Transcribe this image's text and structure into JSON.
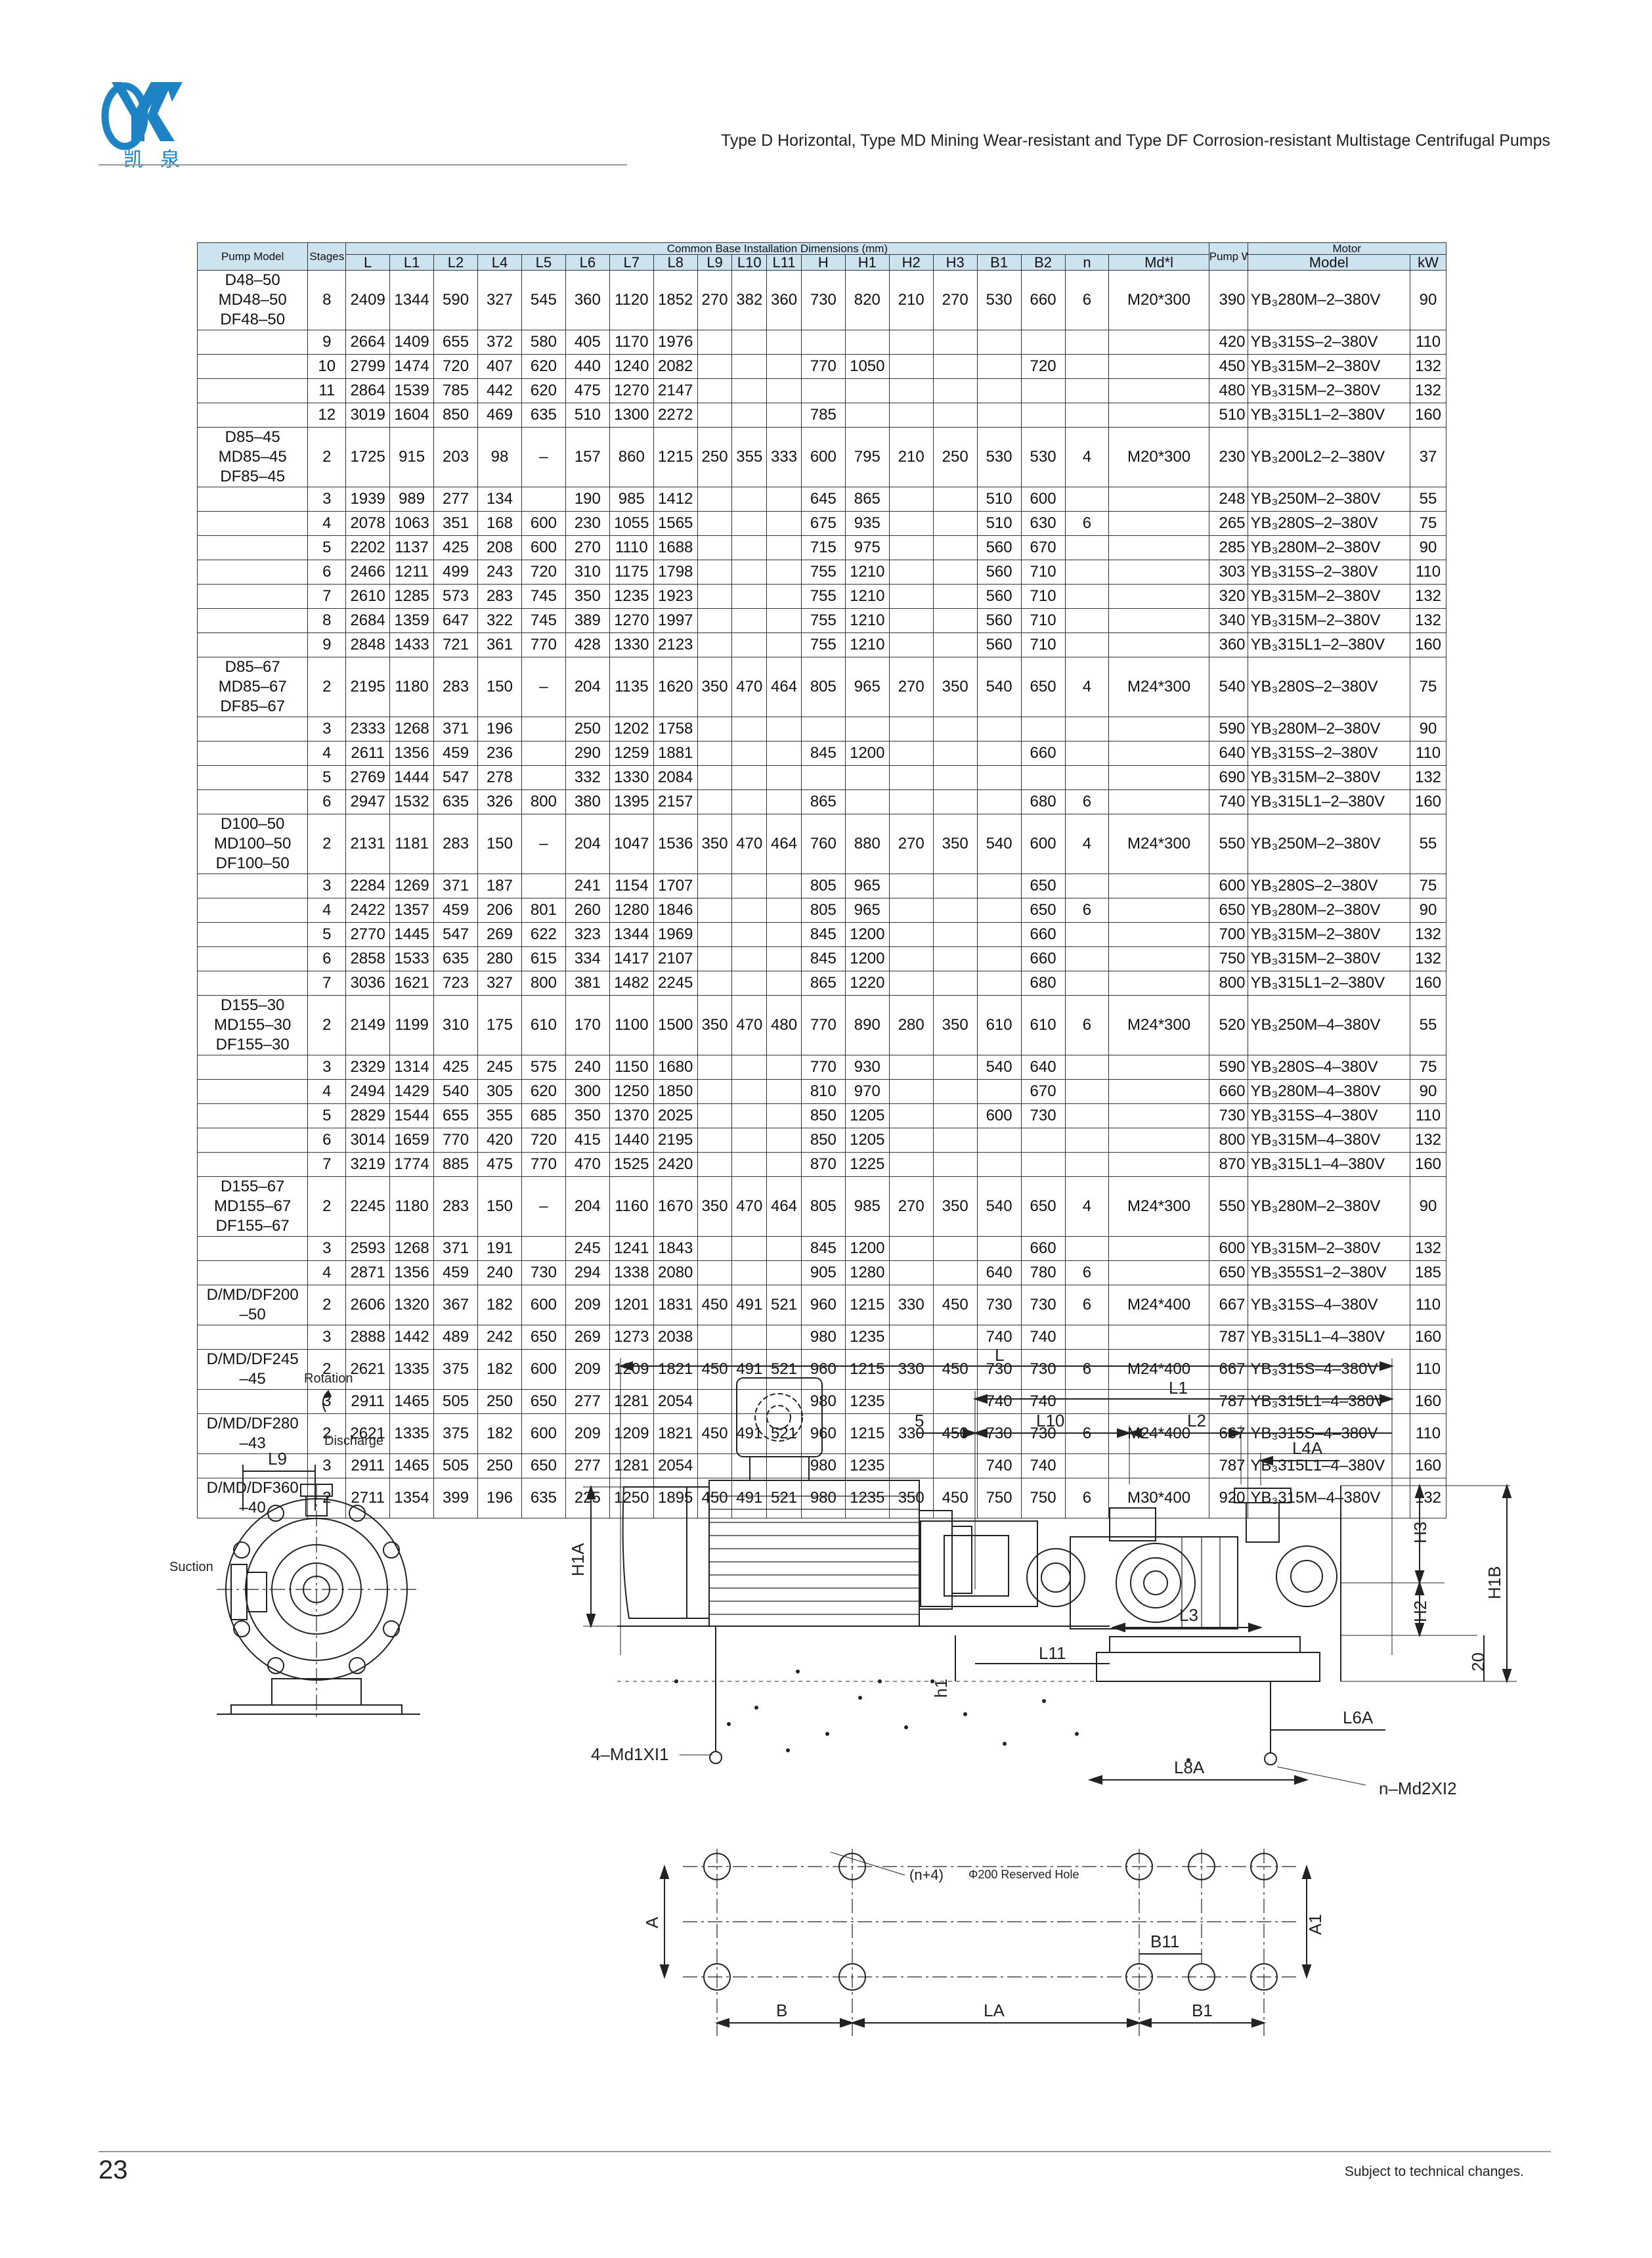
{
  "header": {
    "logo_text": "凯泉",
    "title": "Type D Horizontal, Type MD Mining Wear-resistant and Type DF Corrosion-resistant Multistage Centrifugal Pumps"
  },
  "table": {
    "group_header": "Common Base Installation Dimensions (mm)",
    "motor_header": "Motor",
    "pump_model_header": "Pump Model",
    "stages_header": "Stages",
    "dim_headers": [
      "L",
      "L1",
      "L2",
      "L4",
      "L5",
      "L6",
      "L7",
      "L8",
      "L9",
      "L10",
      "L11",
      "H",
      "H1",
      "H2",
      "H3",
      "B1",
      "B2",
      "n",
      "Md*l"
    ],
    "pump_wt_header": "Pump Wt.",
    "motor_model_header": "Model",
    "kw_header": "kW",
    "rows": [
      [
        "D48–50\nMD48–50\nDF48–50",
        "8",
        "2409",
        "1344",
        "590",
        "327",
        "545",
        "360",
        "1120",
        "1852",
        "270",
        "382",
        "360",
        "730",
        "820",
        "210",
        "270",
        "530",
        "660",
        "6",
        "M20*300",
        "390",
        "YB₃280M–2–380V",
        "90"
      ],
      [
        "",
        "9",
        "2664",
        "1409",
        "655",
        "372",
        "580",
        "405",
        "1170",
        "1976",
        "",
        "",
        "",
        "",
        "",
        "",
        "",
        "",
        "",
        "",
        "",
        "420",
        "YB₃315S–2–380V",
        "110"
      ],
      [
        "",
        "10",
        "2799",
        "1474",
        "720",
        "407",
        "620",
        "440",
        "1240",
        "2082",
        "",
        "",
        "",
        "770",
        "1050",
        "",
        "",
        "",
        "720",
        "",
        "",
        "450",
        "YB₃315M–2–380V",
        "132"
      ],
      [
        "",
        "11",
        "2864",
        "1539",
        "785",
        "442",
        "620",
        "475",
        "1270",
        "2147",
        "",
        "",
        "",
        "",
        "",
        "",
        "",
        "",
        "",
        "",
        "",
        "480",
        "YB₃315M–2–380V",
        "132"
      ],
      [
        "",
        "12",
        "3019",
        "1604",
        "850",
        "469",
        "635",
        "510",
        "1300",
        "2272",
        "",
        "",
        "",
        "785",
        "",
        "",
        "",
        "",
        "",
        "",
        "",
        "510",
        "YB₃315L1–2–380V",
        "160"
      ],
      [
        "D85–45\nMD85–45\nDF85–45",
        "2",
        "1725",
        "915",
        "203",
        "98",
        "–",
        "157",
        "860",
        "1215",
        "250",
        "355",
        "333",
        "600",
        "795",
        "210",
        "250",
        "530",
        "530",
        "4",
        "M20*300",
        "230",
        "YB₃200L2–2–380V",
        "37"
      ],
      [
        "",
        "3",
        "1939",
        "989",
        "277",
        "134",
        "",
        "190",
        "985",
        "1412",
        "",
        "",
        "",
        "645",
        "865",
        "",
        "",
        "510",
        "600",
        "",
        "",
        "248",
        "YB₃250M–2–380V",
        "55"
      ],
      [
        "",
        "4",
        "2078",
        "1063",
        "351",
        "168",
        "600",
        "230",
        "1055",
        "1565",
        "",
        "",
        "",
        "675",
        "935",
        "",
        "",
        "510",
        "630",
        "6",
        "",
        "265",
        "YB₃280S–2–380V",
        "75"
      ],
      [
        "",
        "5",
        "2202",
        "1137",
        "425",
        "208",
        "600",
        "270",
        "1110",
        "1688",
        "",
        "",
        "",
        "715",
        "975",
        "",
        "",
        "560",
        "670",
        "",
        "",
        "285",
        "YB₃280M–2–380V",
        "90"
      ],
      [
        "",
        "6",
        "2466",
        "1211",
        "499",
        "243",
        "720",
        "310",
        "1175",
        "1798",
        "",
        "",
        "",
        "755",
        "1210",
        "",
        "",
        "560",
        "710",
        "",
        "",
        "303",
        "YB₃315S–2–380V",
        "110"
      ],
      [
        "",
        "7",
        "2610",
        "1285",
        "573",
        "283",
        "745",
        "350",
        "1235",
        "1923",
        "",
        "",
        "",
        "755",
        "1210",
        "",
        "",
        "560",
        "710",
        "",
        "",
        "320",
        "YB₃315M–2–380V",
        "132"
      ],
      [
        "",
        "8",
        "2684",
        "1359",
        "647",
        "322",
        "745",
        "389",
        "1270",
        "1997",
        "",
        "",
        "",
        "755",
        "1210",
        "",
        "",
        "560",
        "710",
        "",
        "",
        "340",
        "YB₃315M–2–380V",
        "132"
      ],
      [
        "",
        "9",
        "2848",
        "1433",
        "721",
        "361",
        "770",
        "428",
        "1330",
        "2123",
        "",
        "",
        "",
        "755",
        "1210",
        "",
        "",
        "560",
        "710",
        "",
        "",
        "360",
        "YB₃315L1–2–380V",
        "160"
      ],
      [
        "D85–67\nMD85–67\nDF85–67",
        "2",
        "2195",
        "1180",
        "283",
        "150",
        "–",
        "204",
        "1135",
        "1620",
        "350",
        "470",
        "464",
        "805",
        "965",
        "270",
        "350",
        "540",
        "650",
        "4",
        "M24*300",
        "540",
        "YB₃280S–2–380V",
        "75"
      ],
      [
        "",
        "3",
        "2333",
        "1268",
        "371",
        "196",
        "",
        "250",
        "1202",
        "1758",
        "",
        "",
        "",
        "",
        "",
        "",
        "",
        "",
        "",
        "",
        "",
        "590",
        "YB₃280M–2–380V",
        "90"
      ],
      [
        "",
        "4",
        "2611",
        "1356",
        "459",
        "236",
        "",
        "290",
        "1259",
        "1881",
        "",
        "",
        "",
        "845",
        "1200",
        "",
        "",
        "",
        "660",
        "",
        "",
        "640",
        "YB₃315S–2–380V",
        "110"
      ],
      [
        "",
        "5",
        "2769",
        "1444",
        "547",
        "278",
        "",
        "332",
        "1330",
        "2084",
        "",
        "",
        "",
        "",
        "",
        "",
        "",
        "",
        "",
        "",
        "",
        "690",
        "YB₃315M–2–380V",
        "132"
      ],
      [
        "",
        "6",
        "2947",
        "1532",
        "635",
        "326",
        "800",
        "380",
        "1395",
        "2157",
        "",
        "",
        "",
        "865",
        "",
        "",
        "",
        "",
        "680",
        "6",
        "",
        "740",
        "YB₃315L1–2–380V",
        "160"
      ],
      [
        "D100–50\nMD100–50\nDF100–50",
        "2",
        "2131",
        "1181",
        "283",
        "150",
        "–",
        "204",
        "1047",
        "1536",
        "350",
        "470",
        "464",
        "760",
        "880",
        "270",
        "350",
        "540",
        "600",
        "4",
        "M24*300",
        "550",
        "YB₃250M–2–380V",
        "55"
      ],
      [
        "",
        "3",
        "2284",
        "1269",
        "371",
        "187",
        "",
        "241",
        "1154",
        "1707",
        "",
        "",
        "",
        "805",
        "965",
        "",
        "",
        "",
        "650",
        "",
        "",
        "600",
        "YB₃280S–2–380V",
        "75"
      ],
      [
        "",
        "4",
        "2422",
        "1357",
        "459",
        "206",
        "801",
        "260",
        "1280",
        "1846",
        "",
        "",
        "",
        "805",
        "965",
        "",
        "",
        "",
        "650",
        "6",
        "",
        "650",
        "YB₃280M–2–380V",
        "90"
      ],
      [
        "",
        "5",
        "2770",
        "1445",
        "547",
        "269",
        "622",
        "323",
        "1344",
        "1969",
        "",
        "",
        "",
        "845",
        "1200",
        "",
        "",
        "",
        "660",
        "",
        "",
        "700",
        "YB₃315M–2–380V",
        "132"
      ],
      [
        "",
        "6",
        "2858",
        "1533",
        "635",
        "280",
        "615",
        "334",
        "1417",
        "2107",
        "",
        "",
        "",
        "845",
        "1200",
        "",
        "",
        "",
        "660",
        "",
        "",
        "750",
        "YB₃315M–2–380V",
        "132"
      ],
      [
        "",
        "7",
        "3036",
        "1621",
        "723",
        "327",
        "800",
        "381",
        "1482",
        "2245",
        "",
        "",
        "",
        "865",
        "1220",
        "",
        "",
        "",
        "680",
        "",
        "",
        "800",
        "YB₃315L1–2–380V",
        "160"
      ],
      [
        "D155–30\nMD155–30\nDF155–30",
        "2",
        "2149",
        "1199",
        "310",
        "175",
        "610",
        "170",
        "1100",
        "1500",
        "350",
        "470",
        "480",
        "770",
        "890",
        "280",
        "350",
        "610",
        "610",
        "6",
        "M24*300",
        "520",
        "YB₃250M–4–380V",
        "55"
      ],
      [
        "",
        "3",
        "2329",
        "1314",
        "425",
        "245",
        "575",
        "240",
        "1150",
        "1680",
        "",
        "",
        "",
        "770",
        "930",
        "",
        "",
        "540",
        "640",
        "",
        "",
        "590",
        "YB₃280S–4–380V",
        "75"
      ],
      [
        "",
        "4",
        "2494",
        "1429",
        "540",
        "305",
        "620",
        "300",
        "1250",
        "1850",
        "",
        "",
        "",
        "810",
        "970",
        "",
        "",
        "",
        "670",
        "",
        "",
        "660",
        "YB₃280M–4–380V",
        "90"
      ],
      [
        "",
        "5",
        "2829",
        "1544",
        "655",
        "355",
        "685",
        "350",
        "1370",
        "2025",
        "",
        "",
        "",
        "850",
        "1205",
        "",
        "",
        "600",
        "730",
        "",
        "",
        "730",
        "YB₃315S–4–380V",
        "110"
      ],
      [
        "",
        "6",
        "3014",
        "1659",
        "770",
        "420",
        "720",
        "415",
        "1440",
        "2195",
        "",
        "",
        "",
        "850",
        "1205",
        "",
        "",
        "",
        "",
        "",
        "",
        "800",
        "YB₃315M–4–380V",
        "132"
      ],
      [
        "",
        "7",
        "3219",
        "1774",
        "885",
        "475",
        "770",
        "470",
        "1525",
        "2420",
        "",
        "",
        "",
        "870",
        "1225",
        "",
        "",
        "",
        "",
        "",
        "",
        "870",
        "YB₃315L1–4–380V",
        "160"
      ],
      [
        "D155–67\nMD155–67\nDF155–67",
        "2",
        "2245",
        "1180",
        "283",
        "150",
        "–",
        "204",
        "1160",
        "1670",
        "350",
        "470",
        "464",
        "805",
        "985",
        "270",
        "350",
        "540",
        "650",
        "4",
        "M24*300",
        "550",
        "YB₃280M–2–380V",
        "90"
      ],
      [
        "",
        "3",
        "2593",
        "1268",
        "371",
        "191",
        "",
        "245",
        "1241",
        "1843",
        "",
        "",
        "",
        "845",
        "1200",
        "",
        "",
        "",
        "660",
        "",
        "",
        "600",
        "YB₃315M–2–380V",
        "132"
      ],
      [
        "",
        "4",
        "2871",
        "1356",
        "459",
        "240",
        "730",
        "294",
        "1338",
        "2080",
        "",
        "",
        "",
        "905",
        "1280",
        "",
        "",
        "640",
        "780",
        "6",
        "",
        "650",
        "YB₃355S1–2–380V",
        "185"
      ],
      [
        "D/MD/DF200\n–50",
        "2",
        "2606",
        "1320",
        "367",
        "182",
        "600",
        "209",
        "1201",
        "1831",
        "450",
        "491",
        "521",
        "960",
        "1215",
        "330",
        "450",
        "730",
        "730",
        "6",
        "M24*400",
        "667",
        "YB₃315S–4–380V",
        "110"
      ],
      [
        "",
        "3",
        "2888",
        "1442",
        "489",
        "242",
        "650",
        "269",
        "1273",
        "2038",
        "",
        "",
        "",
        "980",
        "1235",
        "",
        "",
        "740",
        "740",
        "",
        "",
        "787",
        "YB₃315L1–4–380V",
        "160"
      ],
      [
        "D/MD/DF245\n–45",
        "2",
        "2621",
        "1335",
        "375",
        "182",
        "600",
        "209",
        "1209",
        "1821",
        "450",
        "491",
        "521",
        "960",
        "1215",
        "330",
        "450",
        "730",
        "730",
        "6",
        "M24*400",
        "667",
        "YB₃315S–4–380V",
        "110"
      ],
      [
        "",
        "3",
        "2911",
        "1465",
        "505",
        "250",
        "650",
        "277",
        "1281",
        "2054",
        "",
        "",
        "",
        "980",
        "1235",
        "",
        "",
        "740",
        "740",
        "",
        "",
        "787",
        "YB₃315L1–4–380V",
        "160"
      ],
      [
        "D/MD/DF280\n–43",
        "2",
        "2621",
        "1335",
        "375",
        "182",
        "600",
        "209",
        "1209",
        "1821",
        "450",
        "491",
        "521",
        "960",
        "1215",
        "330",
        "450",
        "730",
        "730",
        "6",
        "M24*400",
        "667",
        "YB₃315S–4–380V",
        "110"
      ],
      [
        "",
        "3",
        "2911",
        "1465",
        "505",
        "250",
        "650",
        "277",
        "1281",
        "2054",
        "",
        "",
        "",
        "980",
        "1235",
        "",
        "",
        "740",
        "740",
        "",
        "",
        "787",
        "YB₃315L1–4–380V",
        "160"
      ],
      [
        "D/MD/DF360\n–40",
        "2",
        "2711",
        "1354",
        "399",
        "196",
        "635",
        "225",
        "1250",
        "1895",
        "450",
        "491",
        "521",
        "980",
        "1235",
        "350",
        "450",
        "750",
        "750",
        "6",
        "M30*400",
        "920",
        "YB₃315M–4–380V",
        "132"
      ]
    ]
  },
  "drawings": {
    "side_view": {
      "rotation_label": "Rotation",
      "discharge_label": "Discharge",
      "suction_label": "Suction",
      "l9_label": "L9"
    },
    "front_view": {
      "labels": {
        "L": "L",
        "L1": "L1",
        "five": "5",
        "L10": "L10",
        "L2": "L2",
        "L4A": "L4A",
        "H1A": "H1A",
        "H3": "H3",
        "H2": "H2",
        "H1B": "H1B",
        "twenty": "20",
        "L3": "L3",
        "h1": "h1",
        "L11": "L11",
        "L6A": "L6A",
        "L8A": "L8A",
        "md1": "4–Md1XI1",
        "md2": "n–Md2XI2"
      }
    },
    "plan_view": {
      "labels": {
        "holes": "(n+4)",
        "reserved": "Φ200 Reserved Hole",
        "A": "A",
        "A1": "A1",
        "B11": "B11",
        "B": "B",
        "LA": "LA",
        "B1": "B1"
      }
    }
  },
  "footer": {
    "page_number": "23",
    "note": "Subject to technical changes."
  },
  "colors": {
    "brand": "#1d83c4",
    "table_header": "#cde3ef"
  }
}
